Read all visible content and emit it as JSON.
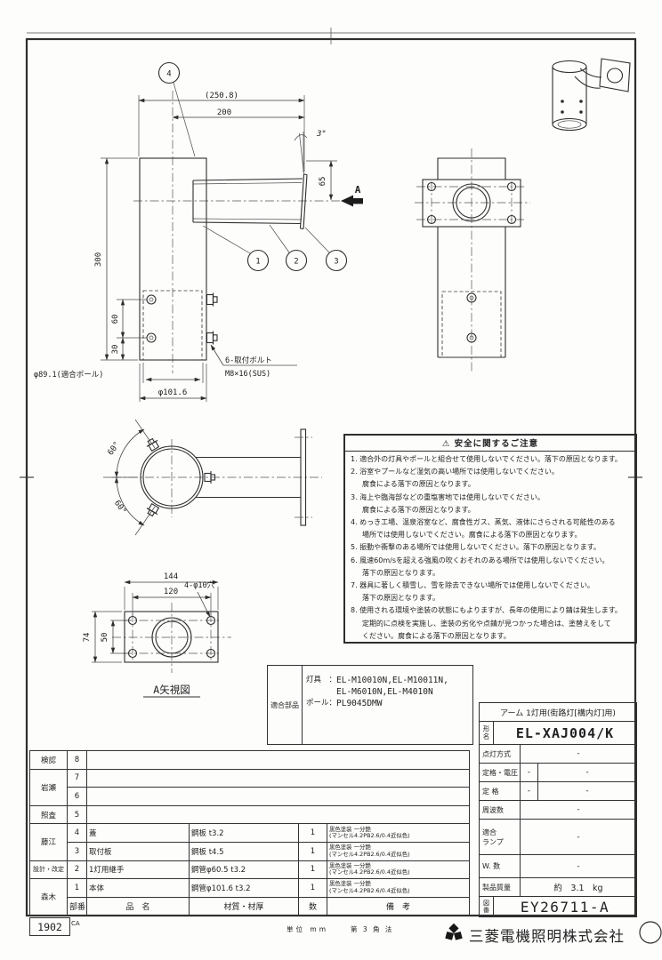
{
  "sheet": {
    "corner_code": "1902",
    "corner_code2": "CA",
    "units_label": "単位 mm",
    "projection_label": "第 3 角 法",
    "company": "三菱電機照明株式会社"
  },
  "main_view": {
    "balloon_1": "1",
    "balloon_2": "2",
    "balloon_3": "3",
    "balloon_4": "4",
    "dim_overall": "(250.8)",
    "dim_arm": "200",
    "dim_angle": "3°",
    "dim_65": "65",
    "dim_300": "300",
    "dim_60": "60",
    "dim_30": "30",
    "dim_pole": "φ89.1(適合ポール)",
    "dim_body": "φ101.6",
    "bolt_note1": "6-取付ボルト",
    "bolt_note2": "M8×16(SUS)",
    "view_arrow": "A"
  },
  "top_view": {
    "dim_angle1": "60°",
    "dim_angle2": "60°"
  },
  "flange_view": {
    "dim_144": "144",
    "dim_120": "120",
    "dim_74": "74",
    "dim_50": "50",
    "holes_note": "4-φ10穴",
    "caption": "A矢視図"
  },
  "safety": {
    "warn": "⚠",
    "title": "安全に関するご注意",
    "lines": [
      {
        "t": "1. 適合外の灯具やポールと組合せて使用しないでください。落下の原因となります。"
      },
      {
        "t": "2. 浴室やプールなど湿気の高い場所では使用しないでください。"
      },
      {
        "t": "腐食による落下の原因となります。"
      },
      {
        "t": "3. 海上や臨海部などの重塩害地では使用しないでください。"
      },
      {
        "t": "腐食による落下の原因となります。"
      },
      {
        "t": "4. めっき工場、温泉浴室など、腐食性ガス、蒸気、液体にさらされる可能性のある"
      },
      {
        "t": "場所では使用しないでください。腐食による落下の原因となります。"
      },
      {
        "t": "5. 振動や衝撃のある場所では使用しないでください。落下の原因となります。"
      },
      {
        "t": "6. 風速60m/sを超える強風の吹くおそれのある場所では使用しないでください。"
      },
      {
        "t": "落下の原因となります。"
      },
      {
        "t": "7. 器具に著しく積雪し、雪を除去できない場所では使用しないでください。"
      },
      {
        "t": "落下の原因となります。"
      },
      {
        "t": "8. 使用される環境や塗装の状態にもよりますが、長年の使用により錆は発生します。"
      },
      {
        "t": "定期的に点検を実施し、塗装の劣化や点錆が見つかった場合は、塗替えをして"
      },
      {
        "t": "ください。腐食による落下の原因となります。"
      }
    ]
  },
  "parts_box": {
    "label": "適合部品",
    "lamp_label": "灯具　：",
    "lamp_line1": "EL-M10010N,EL-M10011N,",
    "lamp_line2": "EL-M6010N,EL-M4010N",
    "pole_label": "ポール：",
    "pole_value": "PL9045DMW"
  },
  "title_block": {
    "product": "アーム 1灯用(街路灯[構内灯]用)",
    "model_label": "形名",
    "model": "EL-XAJ004/K",
    "row_lighting": "点灯方式",
    "row_rating_voltage": "定格・電圧",
    "row_rating": "定 格",
    "row_freq": "周波数",
    "row_lamp1": "適合",
    "row_lamp2": "ランプ",
    "row_w": "W. 数",
    "row_mass": "製品質量",
    "mass_value": "約　3.1　kg",
    "dash": "-",
    "drawing_no_label": "図番",
    "drawing_no": "EY26711-A"
  },
  "parts_table": {
    "approvers": [
      "検認",
      "岩瀬",
      "照査",
      "藤江",
      "設計・改定",
      "森木"
    ],
    "header": {
      "no": "部番",
      "name": "品　名",
      "material": "材質・材厚",
      "qty": "数",
      "remarks": "備　考"
    },
    "remark1": "黒色塗装 一分艶",
    "remark2": "(マンセル4.2PB2.6/0.4近似色)",
    "rows": [
      {
        "no": "8",
        "name": "",
        "material": "",
        "qty": ""
      },
      {
        "no": "7",
        "name": "",
        "material": "",
        "qty": ""
      },
      {
        "no": "6",
        "name": "",
        "material": "",
        "qty": ""
      },
      {
        "no": "5",
        "name": "",
        "material": "",
        "qty": ""
      },
      {
        "no": "4",
        "name": "蓋",
        "material": "鋼板 t3.2",
        "qty": "1"
      },
      {
        "no": "3",
        "name": "取付板",
        "material": "鋼板 t4.5",
        "qty": "1"
      },
      {
        "no": "2",
        "name": "1灯用継手",
        "material": "鋼管φ60.5 t3.2",
        "qty": "1"
      },
      {
        "no": "1",
        "name": "本体",
        "material": "鋼管φ101.6 t3.2",
        "qty": "1"
      }
    ]
  }
}
